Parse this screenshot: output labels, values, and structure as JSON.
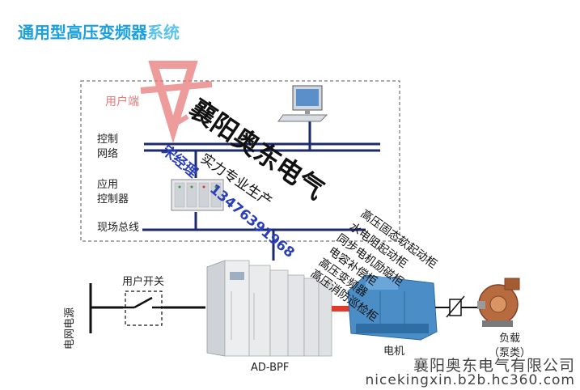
{
  "title": {
    "main": "通用型高压变频器",
    "suffix": "系统"
  },
  "labels": {
    "user_side": "用户端",
    "control_network_line1": "控制",
    "control_network_line2": "网络",
    "app_controller_line1": "应用",
    "app_controller_line2": "控制器",
    "field_bus": "现场总线",
    "user_switch": "用户开关",
    "grid_power": "电网电源",
    "inverter": "AD-BPF",
    "motor": "电机",
    "load_line1": "负载",
    "load_line2": "（泵类）"
  },
  "watermark": {
    "company_big": "襄阳奥东电气",
    "slogan": "实力专业生产",
    "contact_name": "宋经理",
    "phone": "13476391968",
    "products": [
      "高压固态软起动柜",
      "水电阻起动柜",
      "同步电机励磁柜",
      "电容补偿柜",
      "高压变频器",
      "高压消防巡检柜"
    ],
    "footer_company": "襄阳奥东电气有限公司",
    "footer_url": "nicekingxin.b2b.hc360.com"
  },
  "colors": {
    "title": "#1aa0dc",
    "bus": "#1c2a6e",
    "watermark_blue": "#2a3fb8",
    "watermark_red": "#e87a7a"
  }
}
